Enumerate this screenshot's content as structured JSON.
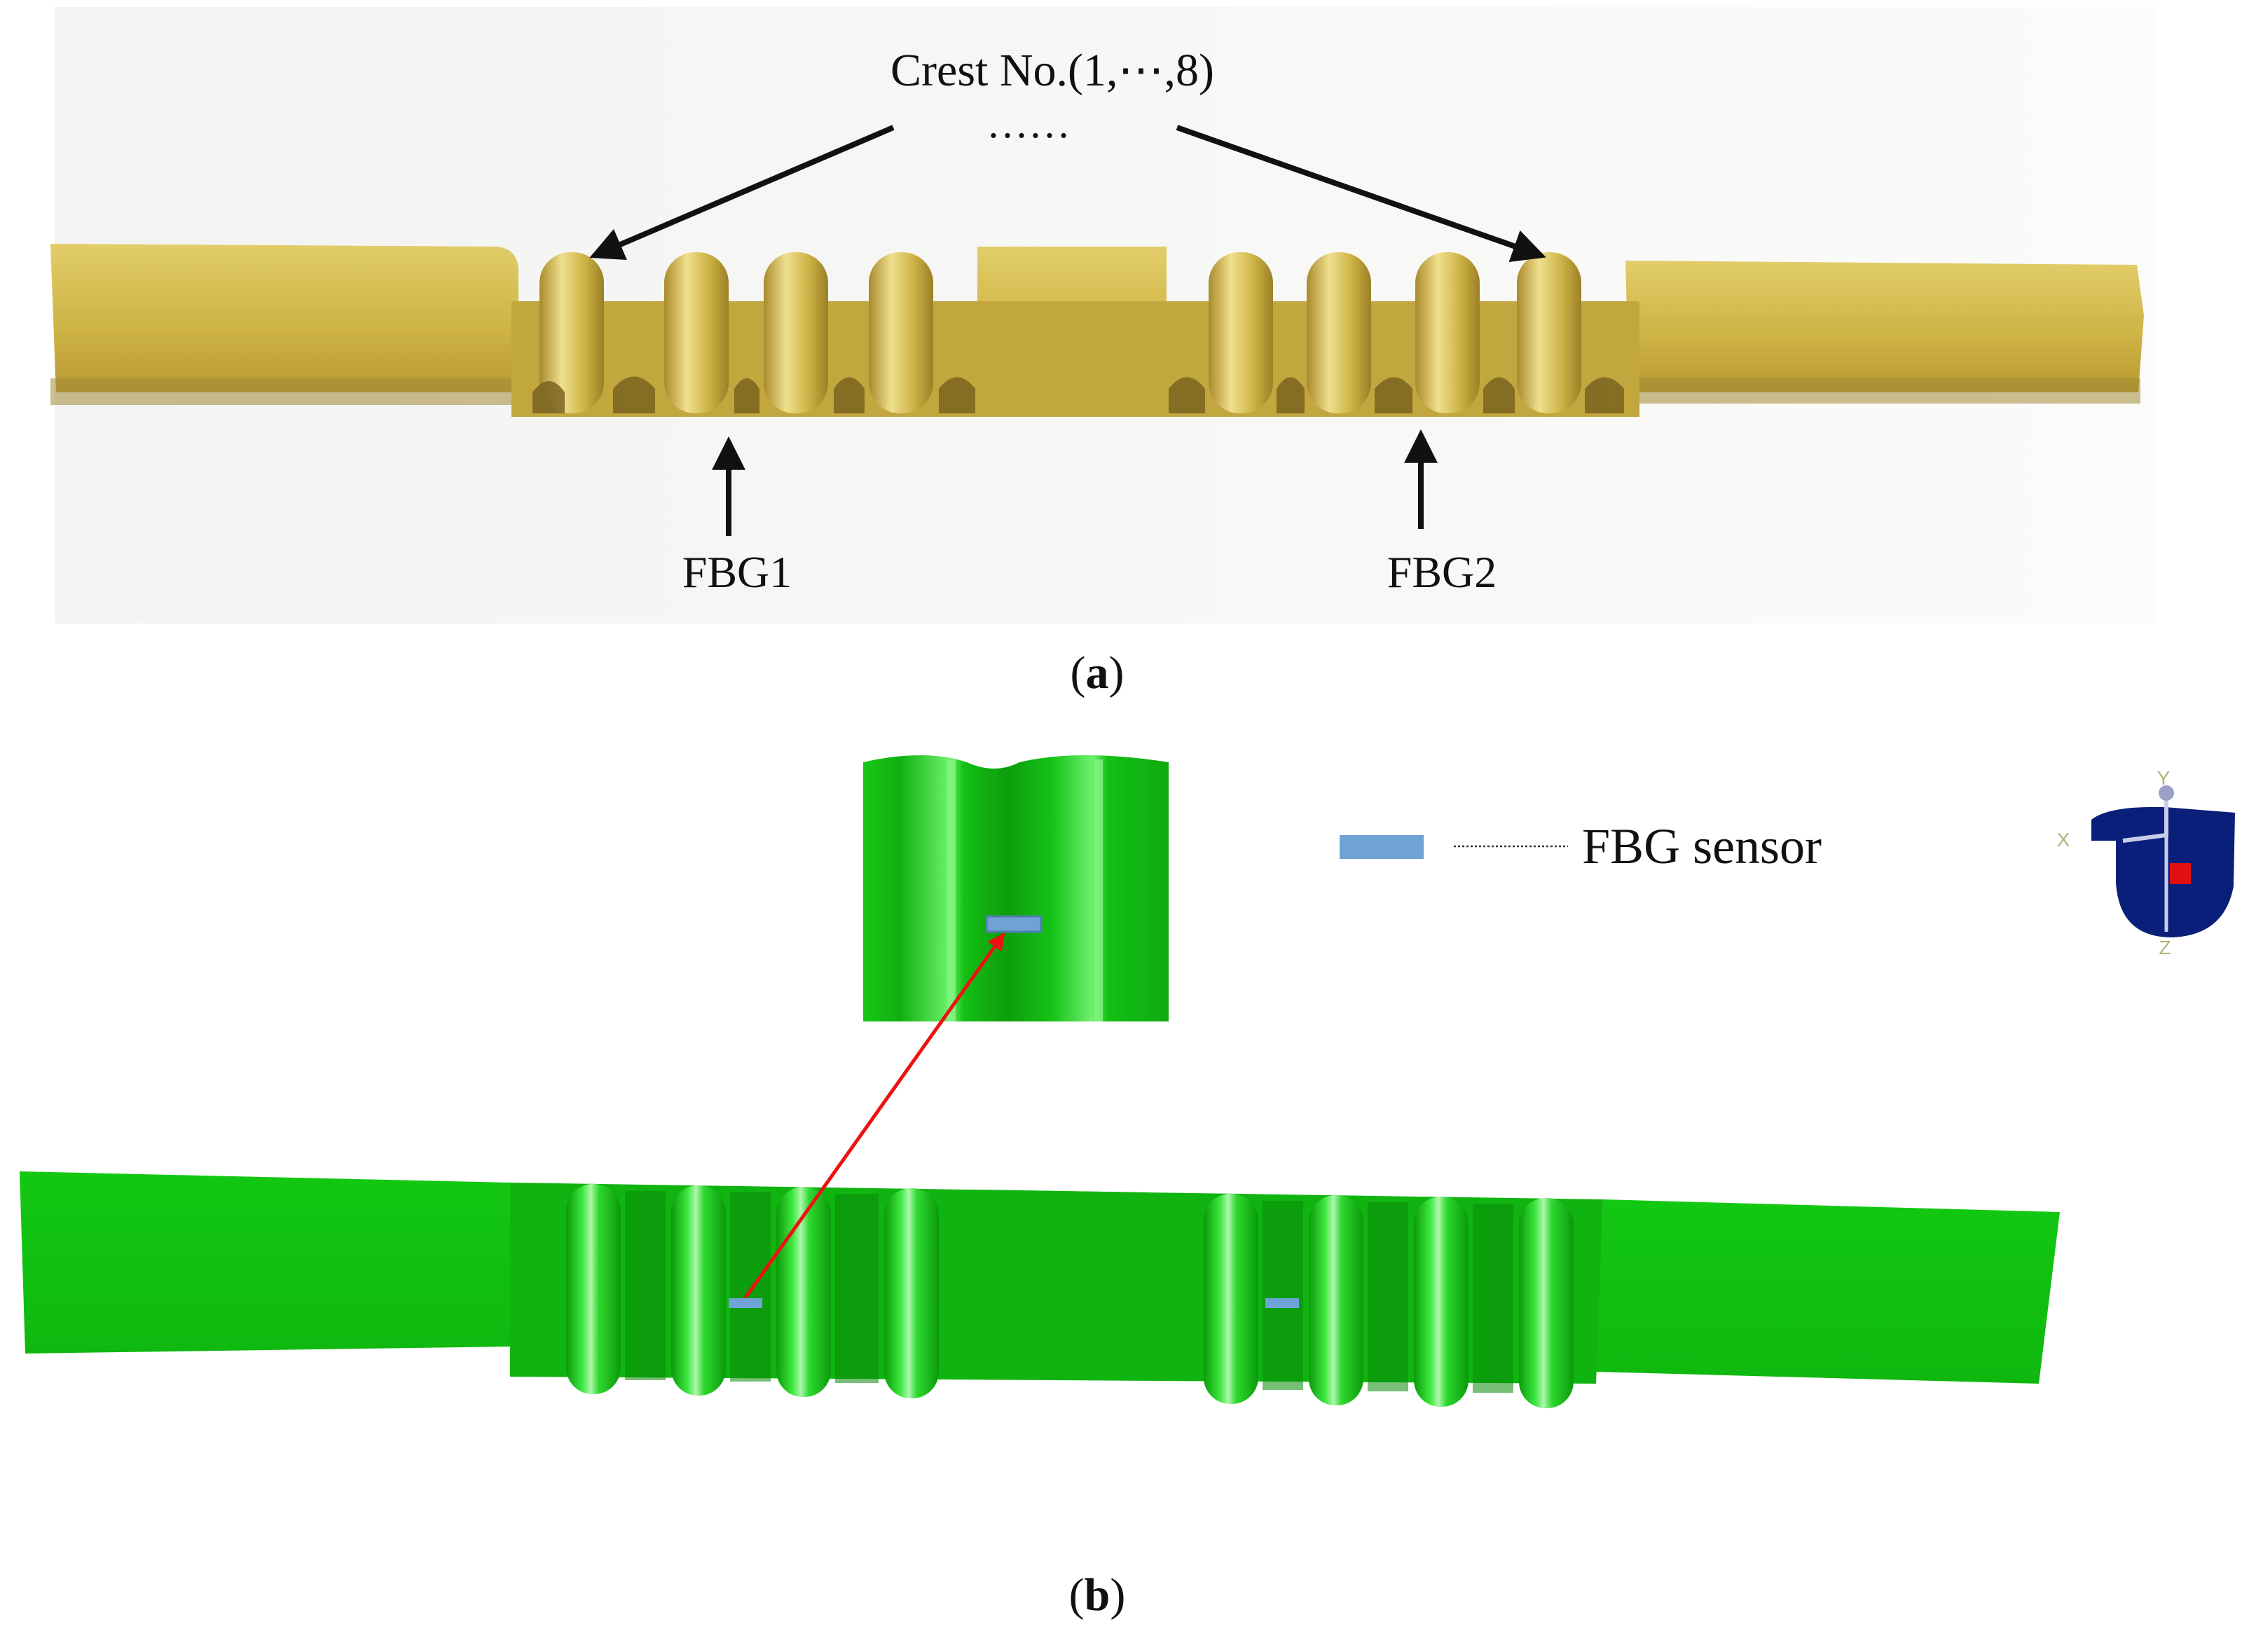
{
  "panel_a": {
    "crest_label": "Crest No.(1,⋯,8)",
    "ellipsis": "……",
    "fbg1_label": "FBG1",
    "fbg2_label": "FBG2",
    "caption_open": "(",
    "caption_letter": "a",
    "caption_close": ")"
  },
  "panel_b": {
    "legend_label": "FBG sensor",
    "caption_open": "(",
    "caption_letter": "b",
    "caption_close": ")",
    "triad": {
      "x": "X",
      "y": "Y",
      "z": "Z"
    }
  },
  "colors": {
    "specimen_photo": "#cdb545",
    "model_green": "#14c414",
    "sensor_blue": "#6fa3d6",
    "leader_red": "#ee1111",
    "triad_navy": "#0a1f7a",
    "triad_marker": "#e01010"
  }
}
